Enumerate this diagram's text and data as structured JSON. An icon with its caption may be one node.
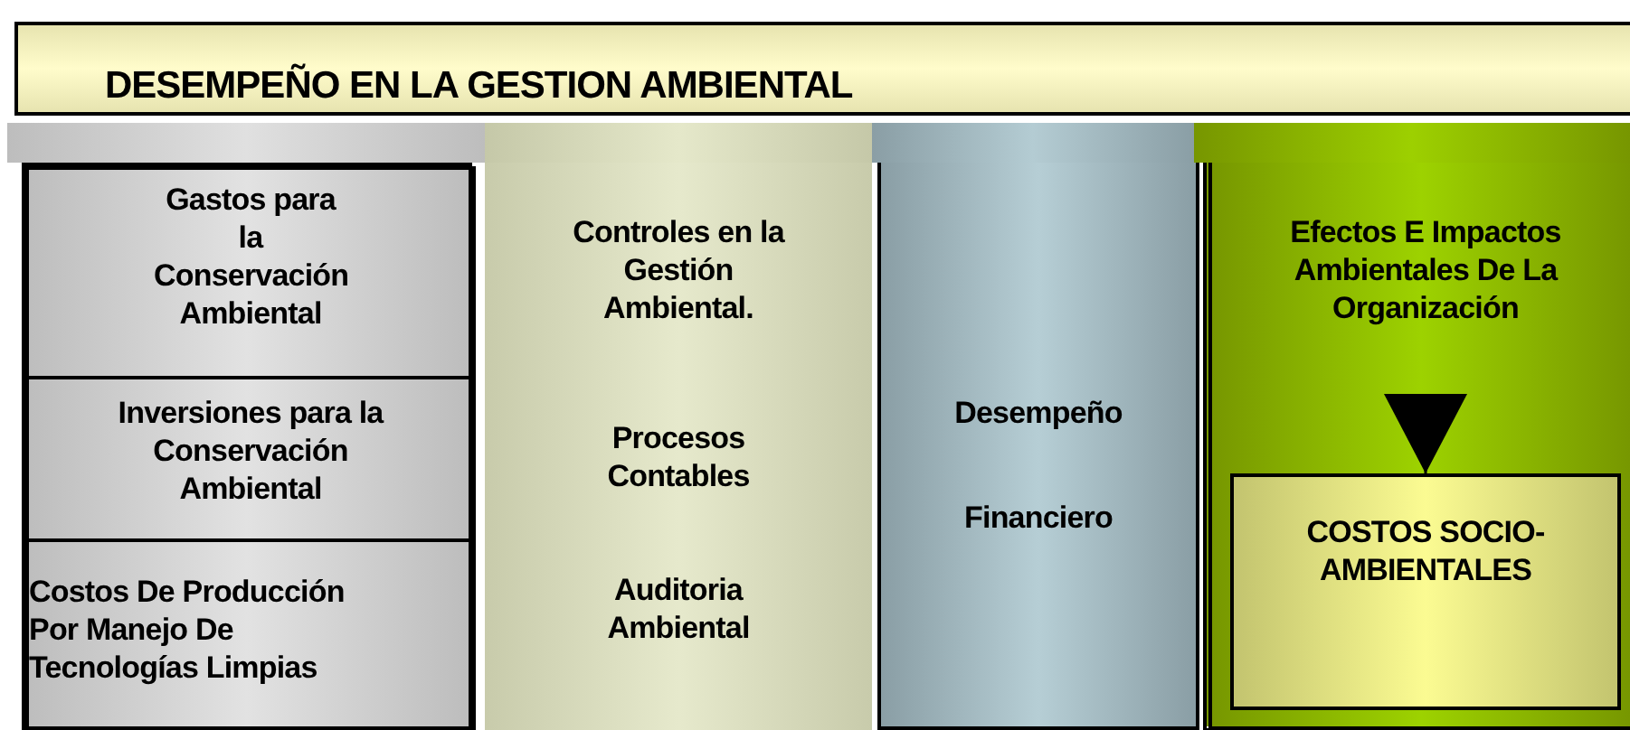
{
  "diagram": {
    "title": "DESEMPEÑO EN LA GESTION AMBIENTAL",
    "nodes": [
      {
        "text": [],
        "shape": "box"
      },
      {
        "text": [
          "Gastos para la Conservación Ambiental"
        ],
        "in": 0
      },
      {
        "text": [
          "Inversiones para la Conservación Ambiental"
        ],
        "in": 0
      },
      {
        "text": [
          "Costos De Producción Por Manejo De Tecnologías Limpias"
        ],
        "in": 0
      },
      {
        "text": [
          "Controles en la Gestión Ambiental.",
          "Procesos Contables",
          "Auditoria Ambiental"
        ]
      },
      {
        "text": [
          "Desempeño",
          "Financiero"
        ]
      },
      {
        "text": [],
        "shape": "box"
      },
      {
        "text": [
          "Efectos E Impactos Ambientales De La Organización"
        ],
        "in": 6
      },
      {
        "text": [
          "COSTOS SOCIO-AMBIENTALES"
        ],
        "in": 6
      }
    ],
    "edges": [
      {
        "from": 7,
        "to": 8,
        "arrow": "to"
      }
    ]
  }
}
